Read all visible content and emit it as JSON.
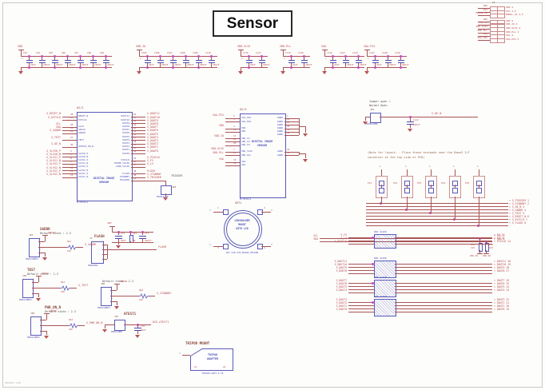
{
  "sheet": {
    "title": "Sensor",
    "footer": "sensor.sch"
  },
  "palette": {
    "net_red": "#b84a4a",
    "component_blue": "#5353b8",
    "refdes_brown": "#8a4535",
    "junction_magenta": "#cc44cc",
    "note_brown": "#9a6a55"
  },
  "layout_note": {
    "line1": "(Note for layout: - Place these testpads near the Demo3 I/F",
    "line2": "connector at the top side of PCB)"
  },
  "top_right_header": {
    "ref": "X1",
    "groups": [
      {
        "rows": [
          {
            "left": "VDD",
            "right": "VDD  4"
          },
          {
            "left": "VSS",
            "right": "VSS  3,5"
          },
          {
            "left": "MODUL_LD",
            "right": "MODUL_LD  4,5"
          }
        ]
      },
      {
        "rows": [
          {
            "left": "VDD",
            "right": "VDD  4"
          },
          {
            "left": "VDD-IO",
            "right": "VDD-IO  4"
          },
          {
            "left": "VDD-SLVS",
            "right": "VDD-SLVS  4"
          },
          {
            "left": "VDD-PLL",
            "right": "VDD-PLL  4"
          },
          {
            "left": "VAA",
            "right": "VAA  4"
          },
          {
            "left": "VAA-PIX",
            "right": "VAA-PIX  4"
          }
        ]
      }
    ]
  },
  "cap_banks": [
    {
      "net": "VDD",
      "caps": [
        [
          "C93",
          "10uF"
        ],
        [
          "C94",
          "100nF"
        ],
        [
          "C95",
          "100nF"
        ],
        [
          "C96",
          "100nF"
        ],
        [
          "C97",
          "100nF"
        ],
        [
          "C98",
          "100nF"
        ],
        [
          "C99",
          "100nF"
        ]
      ]
    },
    {
      "net": "VDD-IO",
      "caps": [
        [
          "C105",
          "10uF"
        ],
        [
          "C106",
          "100nF"
        ],
        [
          "C107",
          "100nF"
        ],
        [
          "C108",
          "100nF"
        ],
        [
          "C109",
          "100nF"
        ],
        [
          "C110",
          "100nF"
        ]
      ]
    },
    {
      "net": "VDD-SLVS",
      "caps": [
        [
          "C116",
          "10uF"
        ],
        [
          "C117",
          "100nF"
        ]
      ]
    },
    {
      "net": "VDD-PLL",
      "caps": [
        [
          "C119",
          "10uF"
        ],
        [
          "C120",
          "100nF"
        ]
      ]
    },
    {
      "net": "VAA",
      "caps": [
        [
          "C122",
          "10uF"
        ],
        [
          "C123",
          "100nF"
        ],
        [
          "C124",
          "100nF"
        ]
      ]
    },
    {
      "net": "VAA-PIX",
      "caps": [
        [
          "C127",
          "10uF"
        ],
        [
          "C128",
          "100nF"
        ],
        [
          "C129",
          "100nF"
        ]
      ]
    }
  ],
  "ic1": {
    "ref": "U2/1",
    "part": "MT9P031",
    "name1": "DIGITAL IMAGE",
    "name2": "SENSOR",
    "left": [
      [
        "S_RESET_N",
        "RESET_N",
        "38"
      ],
      [
        "S_EXTCLK",
        "EXTCLK",
        "23"
      ],
      null,
      [
        "SCL",
        "SCLK",
        "20"
      ],
      [
        "SDA",
        "SDATA",
        "21"
      ],
      [
        "S_SADDR",
        "SADDR",
        "22"
      ],
      null,
      [
        "S_TEST",
        "TEST",
        "27"
      ],
      null,
      [
        "S_OE_N",
        "OUTPUT_EN_N",
        "40"
      ],
      null,
      [
        "S_SLVS0_P",
        "SLVS0_P",
        "5"
      ],
      [
        "S_SLVS0_N",
        "SLVS0_N",
        "6"
      ],
      [
        "S_SLVS1_P",
        "SLVS1_P",
        "8"
      ],
      [
        "S_SLVS1_N",
        "SLVS1_N",
        "9"
      ],
      [
        "S_SLVS2_P",
        "SLVS2_P",
        "11"
      ],
      [
        "S_SLVS2_N",
        "SLVS2_N",
        "12"
      ],
      [
        "S_SLVSC_P",
        "SLVSC_P",
        "14"
      ],
      [
        "S_SLVSC_N",
        "SLVSC_N",
        "15"
      ]
    ],
    "right": [
      [
        "S_DOUT11",
        "DOUT11",
        "64"
      ],
      [
        "S_DOUT10",
        "DOUT10",
        "63"
      ],
      [
        "S_DOUT9",
        "DOUT9",
        "62"
      ],
      [
        "S_DOUT8",
        "DOUT8",
        "61"
      ],
      [
        "S_DOUT7",
        "DOUT7",
        "60"
      ],
      [
        "S_DOUT6",
        "DOUT6",
        "59"
      ],
      [
        "S_DOUT5",
        "DOUT5",
        "56"
      ],
      [
        "S_DOUT4",
        "DOUT4",
        "55"
      ],
      [
        "S_DOUT3",
        "DOUT3",
        "54"
      ],
      [
        "S_DOUT2",
        "DOUT2",
        "53"
      ],
      [
        "S_DOUT1",
        "DOUT1",
        "47"
      ],
      [
        "S_DOUT0",
        "DOUT0",
        "46"
      ],
      null,
      [
        "S_PIXCLK",
        "PIXCLK",
        "52"
      ],
      [
        "S_FV",
        "FRAME_VALID",
        "58"
      ],
      [
        "S_LV",
        "LINE_VALID",
        "57"
      ],
      null,
      [
        "FLASH",
        "FLASH",
        "48"
      ],
      [
        "S_STANDBY",
        "STANDBY",
        "49"
      ],
      [
        "S_TRIGGER",
        "TRIGGER",
        "50"
      ]
    ]
  },
  "ic2": {
    "ref": "U2/2",
    "part": "MT9P031",
    "name1": "DIGITAL IMAGE",
    "name2": "SENSOR",
    "left": [
      [
        "VAA-PIX",
        "VAA_PIX",
        "2"
      ],
      [
        "",
        "VAA_PIX",
        "3"
      ],
      null,
      [
        "VDD",
        "VDD",
        "4"
      ],
      [
        "",
        "VDD",
        "16"
      ],
      null,
      [
        "VDD-IO",
        "VDD_IO",
        "13"
      ],
      [
        "",
        "VDD_IO",
        "29"
      ],
      [
        "",
        "VDD_IO",
        "41"
      ],
      null,
      [
        "VDD-SLVS",
        "VDD_SLVS",
        "7"
      ],
      [
        "VDD-PLL",
        "VDD_PLL",
        "25"
      ],
      null,
      [
        "VAA",
        "VAA",
        "33"
      ],
      [
        "",
        "VAA",
        "34"
      ]
    ],
    "right": [
      [
        "",
        "DGND",
        "1"
      ],
      [
        "",
        "DGND",
        "10"
      ],
      [
        "",
        "DGND",
        "15"
      ],
      [
        "",
        "DGND",
        "26"
      ],
      [
        "",
        "DGND",
        "32"
      ],
      [
        "",
        "DGND",
        "42"
      ],
      null,
      null,
      null,
      null,
      [
        "",
        "AGND",
        "35"
      ],
      [
        "",
        "AGND",
        "36"
      ]
    ]
  },
  "trigger_jumper": {
    "label": "TRIGGER",
    "net": "S_TRIGGER",
    "ref": "JP2",
    "part": "MINIJUMP"
  },
  "jumper_open": {
    "note1": "Jumper open =",
    "note2": "Normal Open.",
    "ref": "JP1",
    "part": "MINIJUMP",
    "cap_ref": "C112",
    "cap_val": "100nF",
    "net": "S_OE_N"
  },
  "lens_holder": {
    "ref": "SKT1",
    "lines": [
      "LENSHOLDER",
      "MOUNT",
      "WITH LID"
    ],
    "part": "SKT-V28-V29_BOARD_HOLDER",
    "pins": [
      "1",
      "2",
      "3",
      "4"
    ]
  },
  "testpads": {
    "refs": [
      "TP1",
      "TP2",
      "TP3",
      "TP4",
      "TP5"
    ],
    "pin": "1",
    "bus_labels": [
      [
        "S_TRIGGER",
        "1"
      ],
      [
        "S_STANDBY",
        "2"
      ],
      [
        "S_OE_N",
        "3"
      ],
      [
        "S_SADDR",
        "4"
      ],
      [
        "S_TEST",
        "5"
      ],
      [
        "S_RESET_N",
        "6"
      ],
      [
        "S_EXTCLK",
        "7"
      ],
      [
        "S_FLASH",
        "8"
      ]
    ]
  },
  "i2c": {
    "left": [
      "SCL",
      "SDA"
    ],
    "right": [
      [
        "SCL",
        "2"
      ],
      [
        "SDA",
        "4"
      ]
    ],
    "resistors": [
      [
        "R30",
        "1k5"
      ],
      [
        "R31",
        "1k5"
      ]
    ],
    "pull": "VDD-IO"
  },
  "rn_blocks": [
    {
      "ref": "RN1",
      "val": "4x22R",
      "left": [
        "S_FV",
        "S_LV",
        "S_PIXCLK"
      ],
      "right": [
        [
          "FV",
          "13"
        ],
        [
          "LV",
          "14"
        ],
        [
          "PIXCLK",
          "12"
        ]
      ]
    },
    {
      "ref": "RN2",
      "val": "4x22R",
      "left": [
        "S_DOUT11",
        "S_DOUT10",
        "S_DOUT9",
        "S_DOUT8"
      ],
      "right": [
        [
          "DOUT11",
          "30"
        ],
        [
          "DOUT10",
          "29"
        ],
        [
          "DOUT9",
          "28"
        ],
        [
          "DOUT8",
          "27"
        ]
      ]
    },
    {
      "ref": "RN3",
      "val": "4x22R",
      "left": [
        "S_DOUT7",
        "S_DOUT6",
        "S_DOUT5",
        "S_DOUT4"
      ],
      "right": [
        [
          "DOUT7",
          "26"
        ],
        [
          "DOUT6",
          "25"
        ],
        [
          "DOUT5",
          "24"
        ],
        [
          "DOUT4",
          "23"
        ]
      ]
    },
    {
      "ref": "RN4",
      "val": "4x22R",
      "left": [
        "S_DOUT3",
        "S_DOUT2",
        "S_DOUT1",
        "S_DOUT0"
      ],
      "right": [
        [
          "DOUT3",
          "22"
        ],
        [
          "DOUT2",
          "21"
        ],
        [
          "DOUT1",
          "20"
        ],
        [
          "DOUT0",
          "19"
        ]
      ]
    }
  ],
  "sections": [
    {
      "title": "SADDR",
      "subtitle": "Default state : 2-3",
      "ref": "JP3",
      "part": "MINIJUMP3",
      "pwr": "VDDIO",
      "res": [
        "R21",
        "10k"
      ],
      "net": "S_SADDR"
    },
    {
      "title": "TEST",
      "subtitle": "Default state : 2-3",
      "ref": "JP4",
      "part": "MINIJUMP3",
      "pwr": "VDDIO",
      "res": [
        "R22",
        "10k"
      ],
      "net": "S_TEST"
    },
    {
      "title": "",
      "subtitle": "Default state : 2-3",
      "ref": "JP6",
      "part": "MINIJUMP3",
      "pwr": "VDDIO",
      "res": [
        "R24",
        "10k"
      ],
      "net": "S_STANDBY"
    },
    {
      "title": "PWR_ON_N",
      "subtitle": "Default state : 2-3",
      "ref": "JP5",
      "part": "MINIJUMP3",
      "pwr": "VDDIO",
      "res": [
        "R23",
        "10k"
      ],
      "net": "S_PWR_ON_N"
    }
  ],
  "flash_section": {
    "title": "FLASH",
    "ref": "J3",
    "part": "HEADER4",
    "pwr": "VDD",
    "net": "FLASH",
    "comps": [
      [
        "C75",
        "10uF"
      ],
      [
        "R19",
        "0R"
      ],
      [
        "C73",
        "100nF"
      ]
    ]
  },
  "atest_section": {
    "title": "ATEST1",
    "ref": "JP7",
    "part": "MINIJUMP",
    "cap_ref": "C78",
    "cap_val": "10nF",
    "net": "DIG_ATEST1"
  },
  "tripod": {
    "title": "TRIPOD MOUNT",
    "name1": "TRIPOD",
    "name2": "ADAPTER",
    "part": "TRIPOD-ADPT-6.35",
    "pins": [
      "A1",
      "A2"
    ]
  }
}
